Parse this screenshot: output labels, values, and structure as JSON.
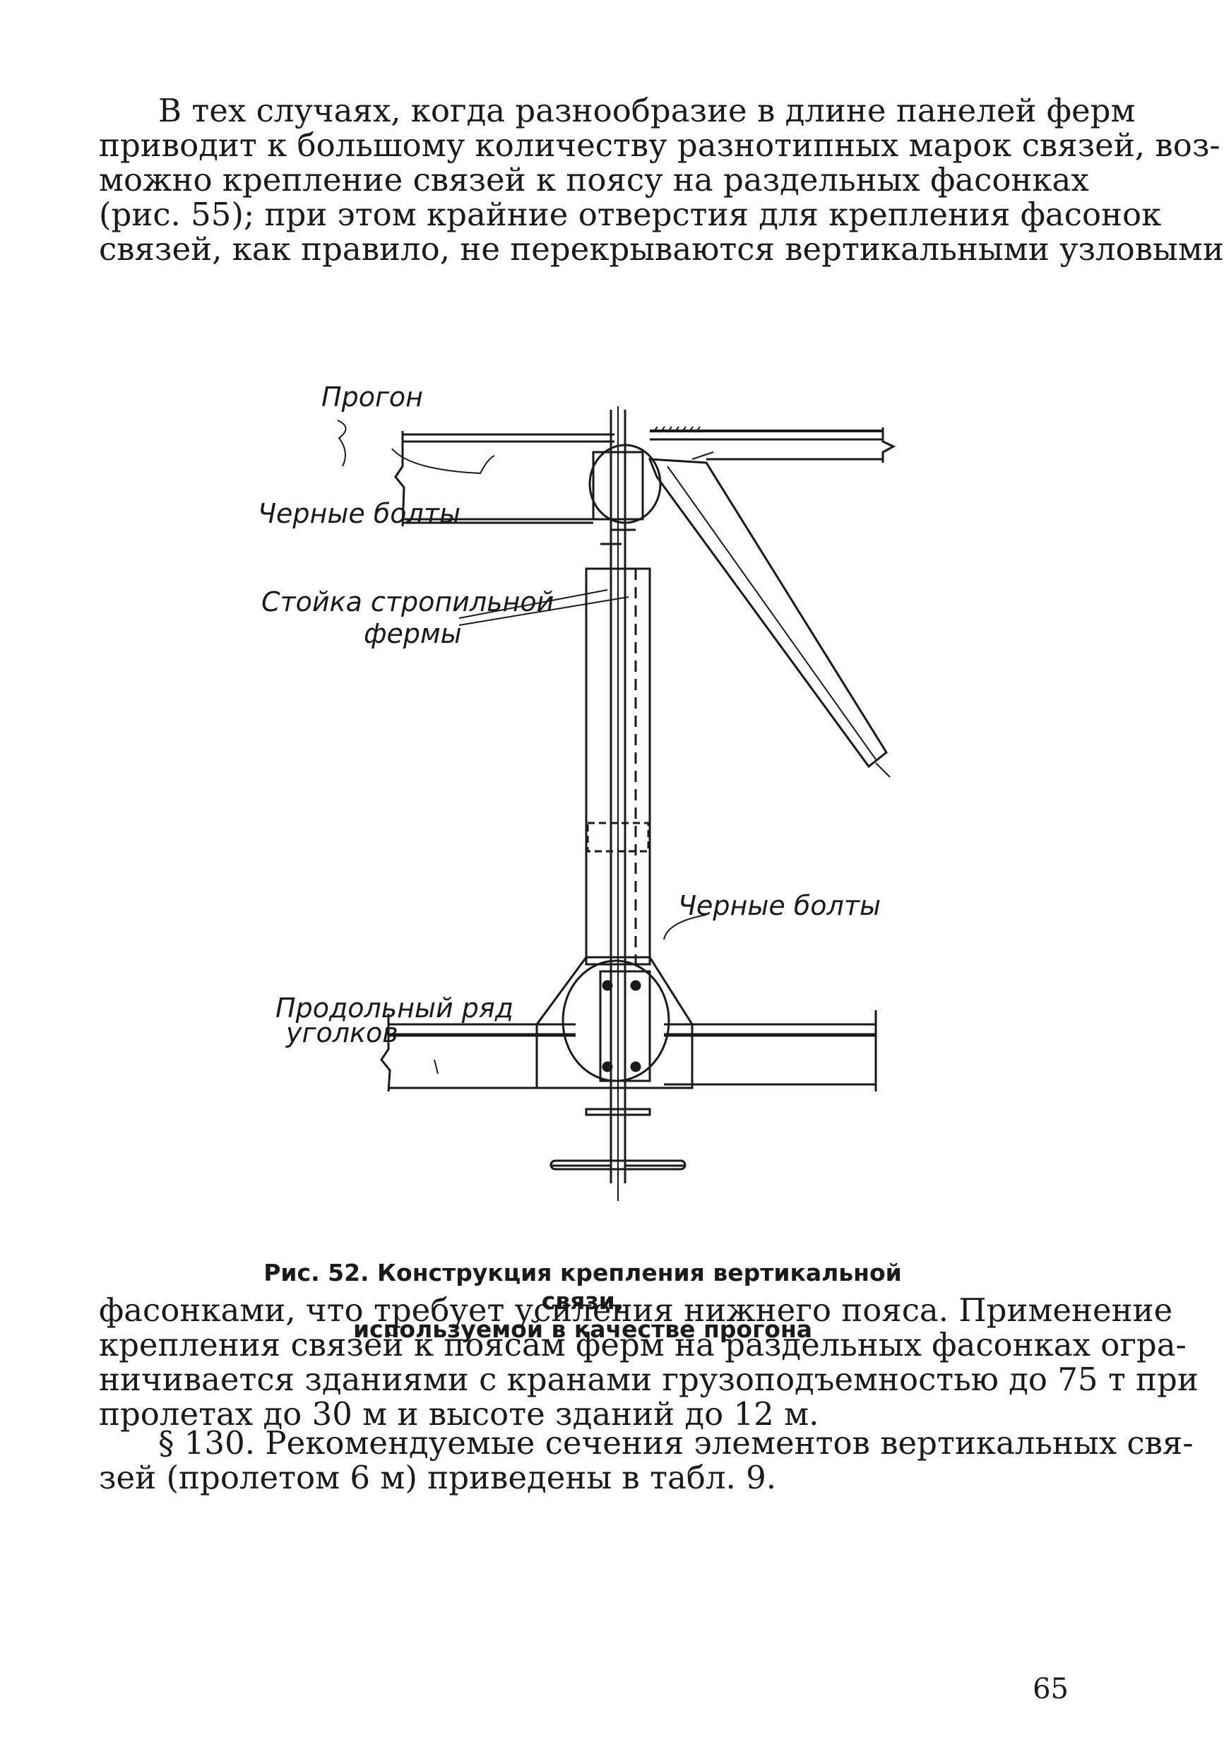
{
  "text_top": [
    "В тех случаях, когда разнообразие в длине панелей ферм",
    "приводит к большому количеству разнотипных марок связей, воз-",
    "можно крепление связей к поясу на раздельных фасонках",
    "(рис. 55); при этом крайние отверстия для крепления фасонок",
    "связей, как правило, не перекрываются вертикальными узловыми"
  ],
  "figure": {
    "label_purlin": "Прогон",
    "label_bolts_top": "Черные болты",
    "label_post_1": "Стойка стропильной",
    "label_post_2": "фермы",
    "label_bolts_bottom": "Черные болты",
    "label_angles_1": "Продольный ряд",
    "label_angles_2": "уголков",
    "caption_line1": "Рис. 52. Конструкция крепления вертикальной связи,",
    "caption_line2": "используемой в качестве прогона"
  },
  "text_bottom_1": [
    "фасонками, что требует усиления нижнего пояса. Применение",
    "крепления связей к поясам ферм на раздельных фасонках огра-",
    "ничивается зданиями с кранами грузоподъемностью до 75 т при",
    "пролетах до 30 м и высоте зданий до 12 м."
  ],
  "text_bottom_2": [
    "§ 130. Рекомендуемые сечения элементов вертикальных свя-",
    "зей (пролетом 6 м) приведены в табл. 9."
  ],
  "page_number": "65"
}
